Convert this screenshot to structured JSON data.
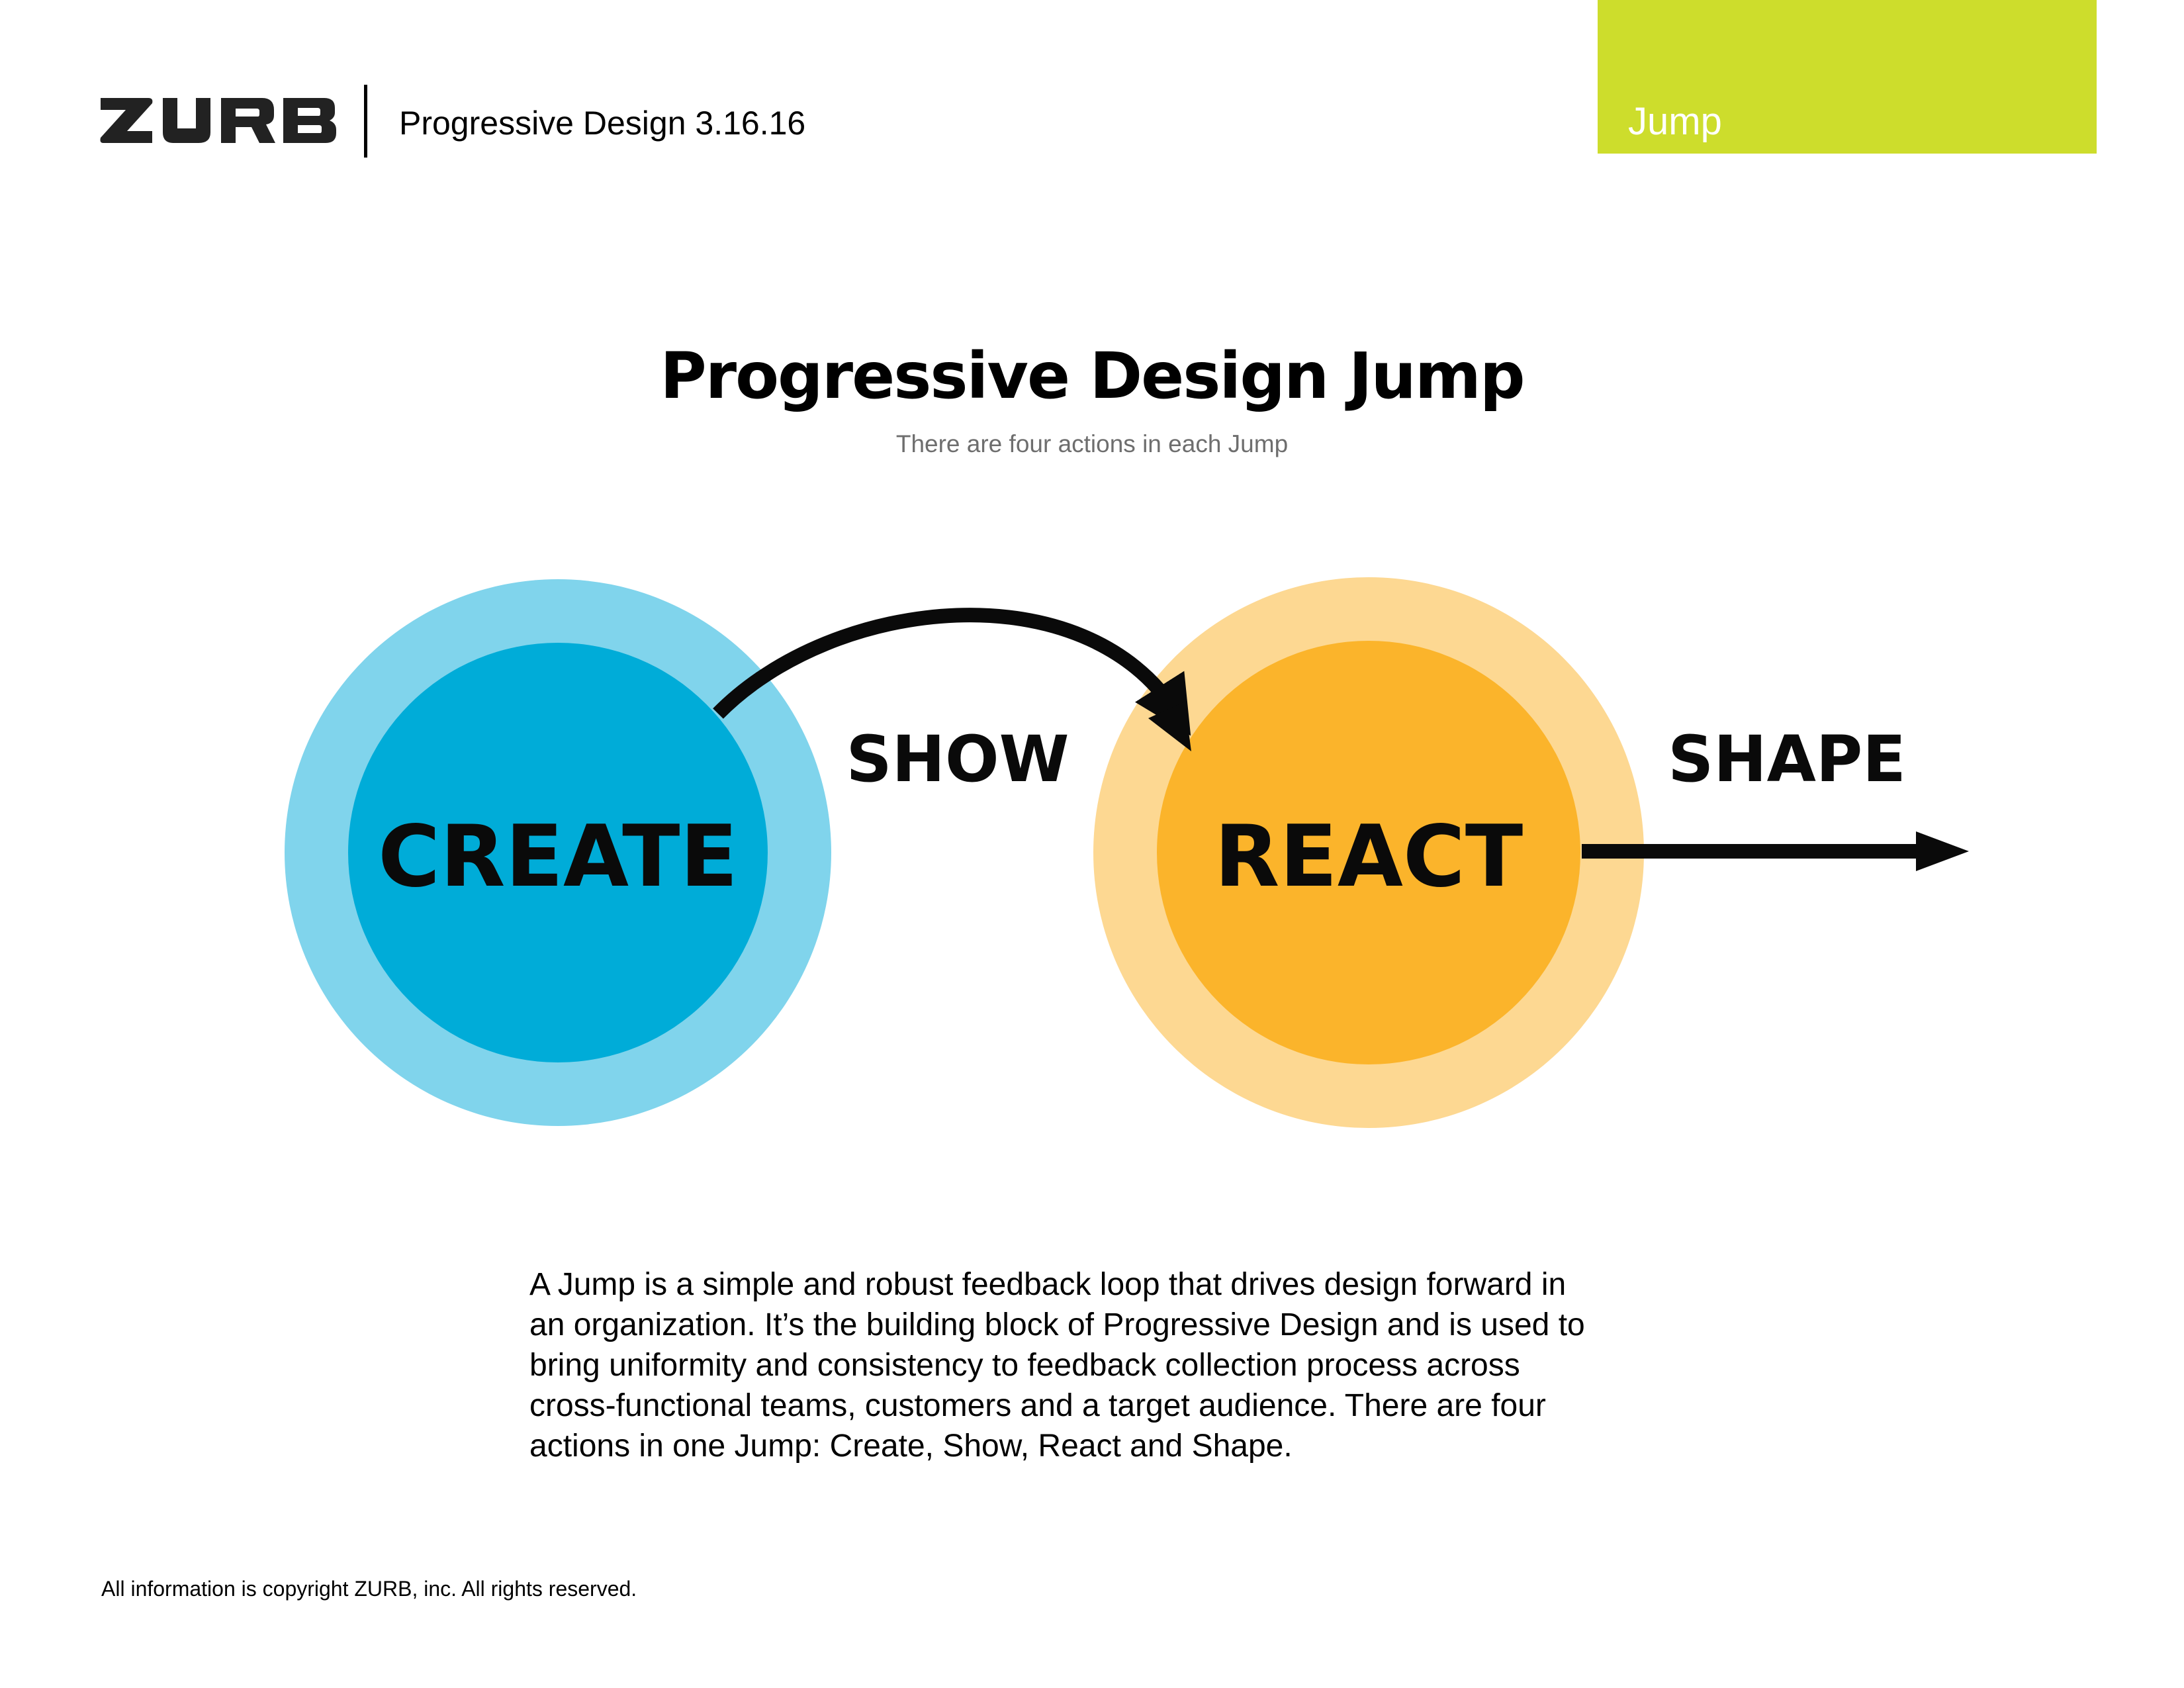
{
  "header": {
    "logo_text": "ZURB",
    "subtitle": "Progressive Design 3.16.16"
  },
  "section_tab": {
    "label": "Jump",
    "color": "#cddd2c"
  },
  "title": "Progressive Design Jump",
  "subtitle": "There are four actions in each Jump",
  "diagram": {
    "nodes": [
      {
        "label": "CREATE",
        "inner_color": "#00acd8",
        "outer_color": "#80d4ec"
      },
      {
        "label": "REACT",
        "inner_color": "#fbb42b",
        "outer_color": "#fdd892"
      }
    ],
    "edges": [
      {
        "label": "SHOW",
        "from": "CREATE",
        "to": "REACT"
      },
      {
        "label": "SHAPE",
        "from": "REACT",
        "to": ""
      }
    ]
  },
  "description_lines": [
    "A Jump is a simple and robust feedback loop that drives design forward in",
    "an organization. It’s the building block of Progressive Design and is used to",
    "bring uniformity and consistency to feedback collection process across",
    "cross-functional teams, customers and a target audience. There are four",
    "actions in one Jump: Create, Show, React and Shape."
  ],
  "footer": {
    "copyright": "All information is copyright ZURB, inc.  All rights reserved."
  }
}
